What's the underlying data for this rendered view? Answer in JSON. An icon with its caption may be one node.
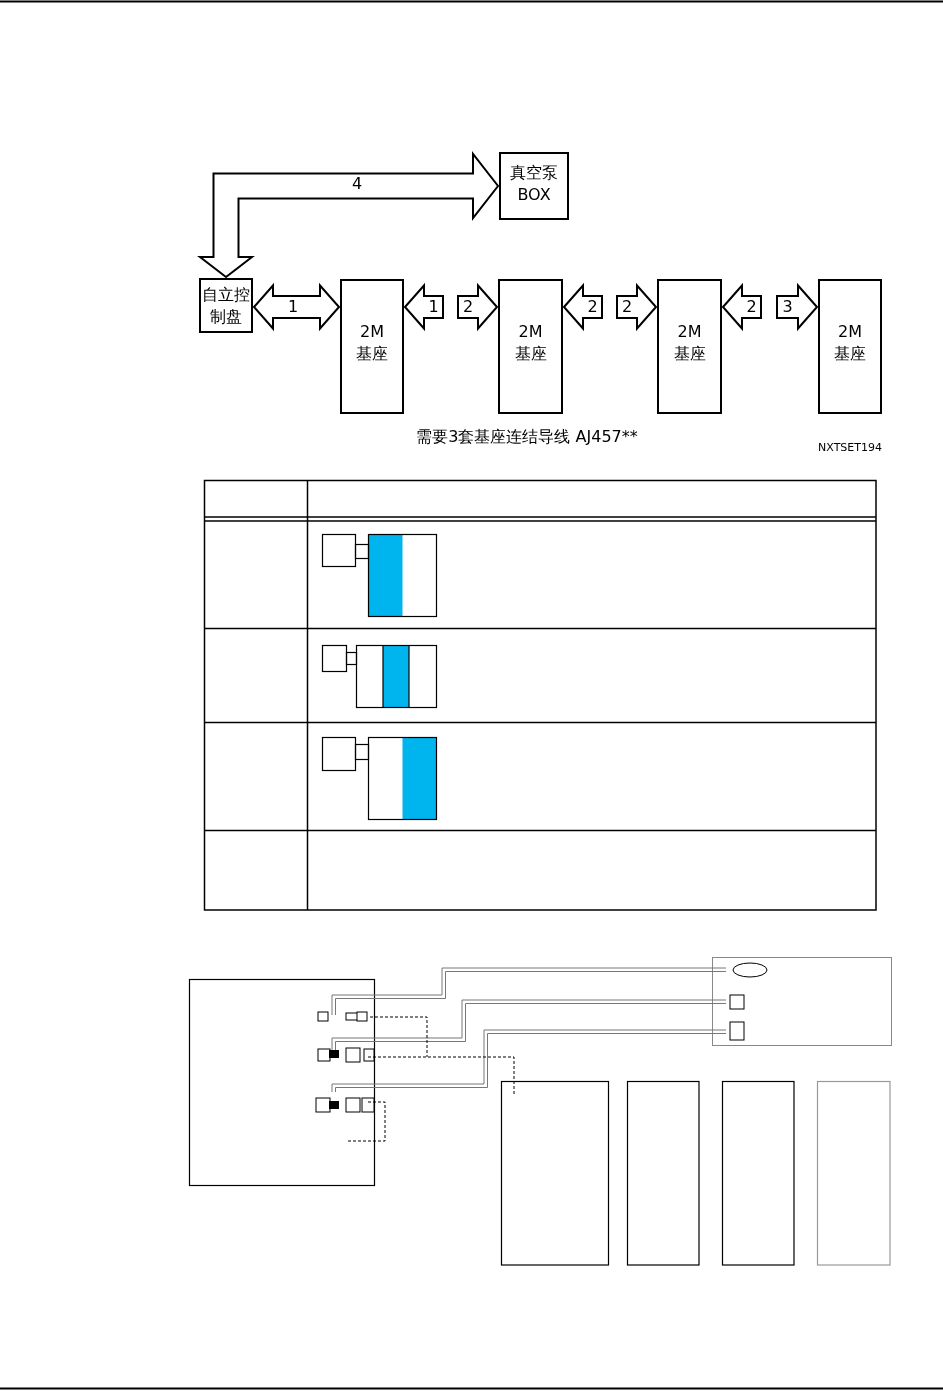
{
  "diagram": {
    "nodes": [
      {
        "text": [
          "真空泵 BOX"
        ]
      },
      {
        "text": [
          "自立控制盘"
        ]
      },
      {
        "text": [
          "2M 基座"
        ]
      },
      {
        "text": [
          "2M 基座"
        ]
      },
      {
        "text": [
          "2M 基座"
        ]
      },
      {
        "text": [
          "2M 基座"
        ]
      }
    ],
    "edges": [
      {
        "from": 0,
        "to": 1,
        "arrow": "both",
        "label": "4"
      },
      {
        "from": 1,
        "to": 2,
        "arrow": "both",
        "label": "1"
      },
      {
        "from": null,
        "to": 2,
        "arrow": "to",
        "label": "1"
      },
      {
        "from": null,
        "to": 3,
        "arrow": "to",
        "label": "2"
      },
      {
        "from": null,
        "to": 3,
        "arrow": "to",
        "label": "2"
      },
      {
        "from": null,
        "to": 4,
        "arrow": "to",
        "label": "2"
      },
      {
        "from": null,
        "to": 4,
        "arrow": "to",
        "label": "2"
      },
      {
        "from": null,
        "to": 5,
        "arrow": "to",
        "label": "3"
      }
    ],
    "labels": [
      "需要3套基座连结导线 AJ457**",
      "NXTSET194"
    ]
  }
}
